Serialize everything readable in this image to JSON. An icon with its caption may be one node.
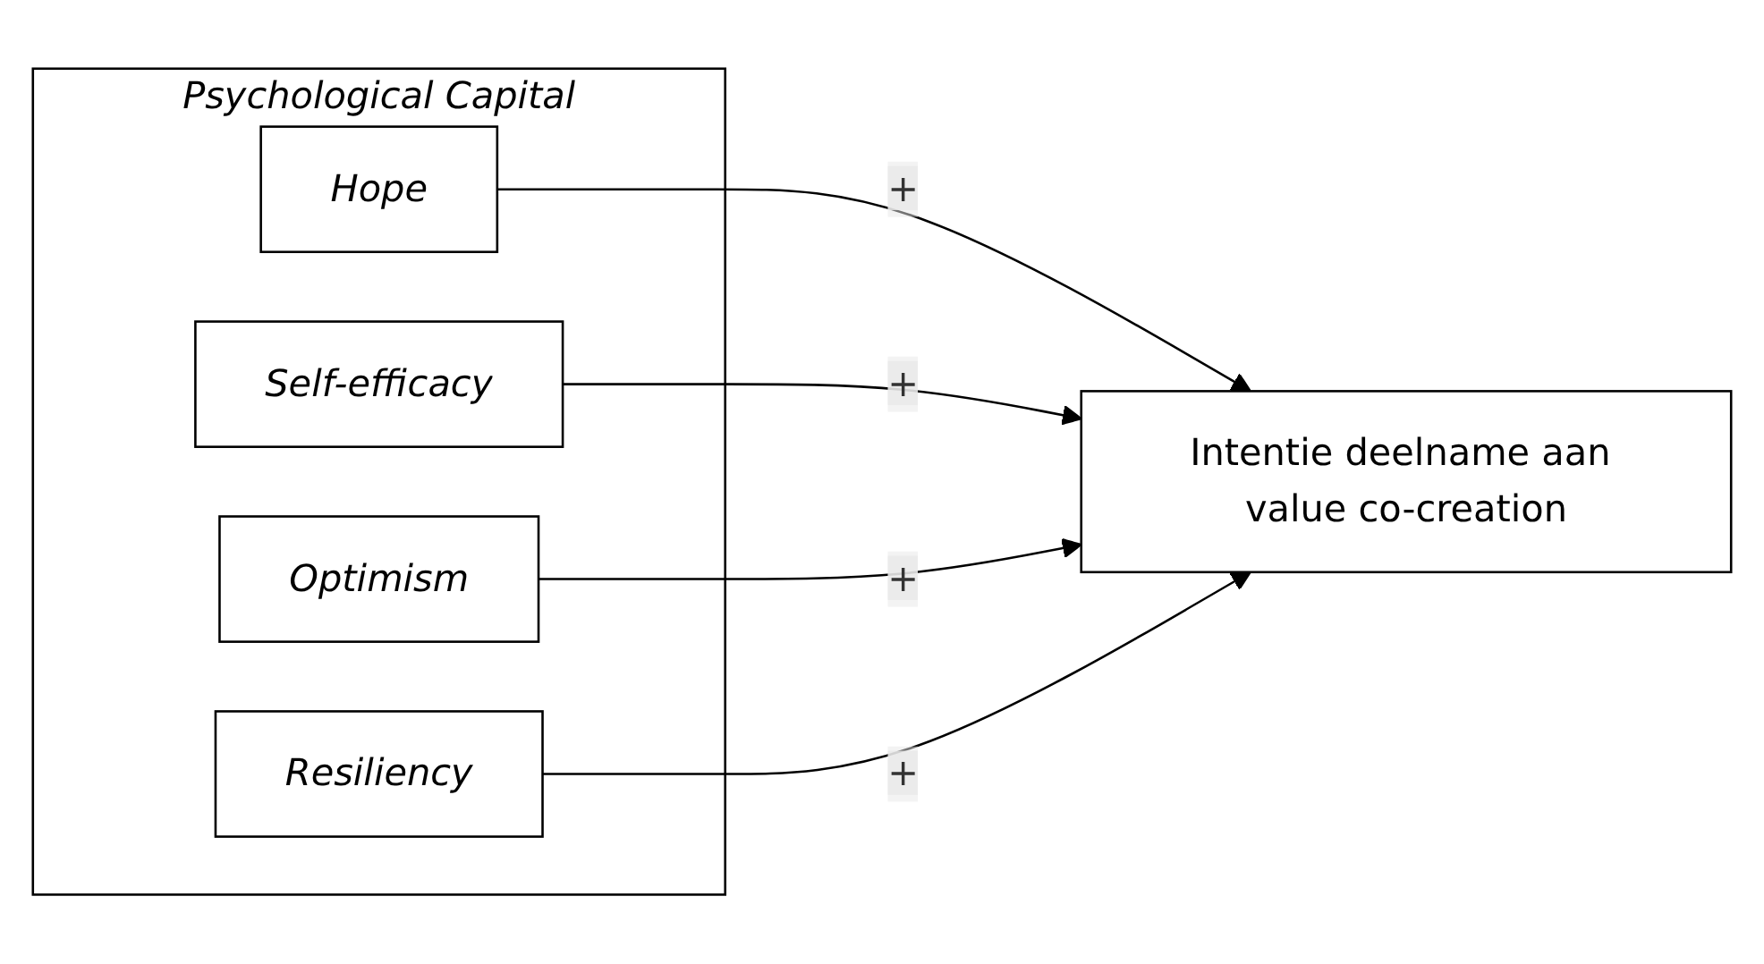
{
  "diagram": {
    "nodes": [
      {
        "text": [
          "Psychological Capital"
        ]
      },
      {
        "text": [
          "Hope"
        ],
        "in": 0
      },
      {
        "text": [
          "Self-efficacy"
        ],
        "in": 0
      },
      {
        "text": [
          "Optimism"
        ],
        "in": 0
      },
      {
        "text": [
          "Resiliency"
        ],
        "in": 0
      },
      {
        "text": [
          "Intentie deelname aan value co-creation"
        ]
      }
    ],
    "edges": [
      {
        "from": 1,
        "to": 5,
        "arrow": "to",
        "label": "+"
      },
      {
        "from": 2,
        "to": 5,
        "arrow": "to",
        "label": "+"
      },
      {
        "from": 3,
        "to": 5,
        "arrow": "to",
        "label": "+"
      },
      {
        "from": 4,
        "to": 5,
        "arrow": "to",
        "label": "+"
      }
    ]
  }
}
